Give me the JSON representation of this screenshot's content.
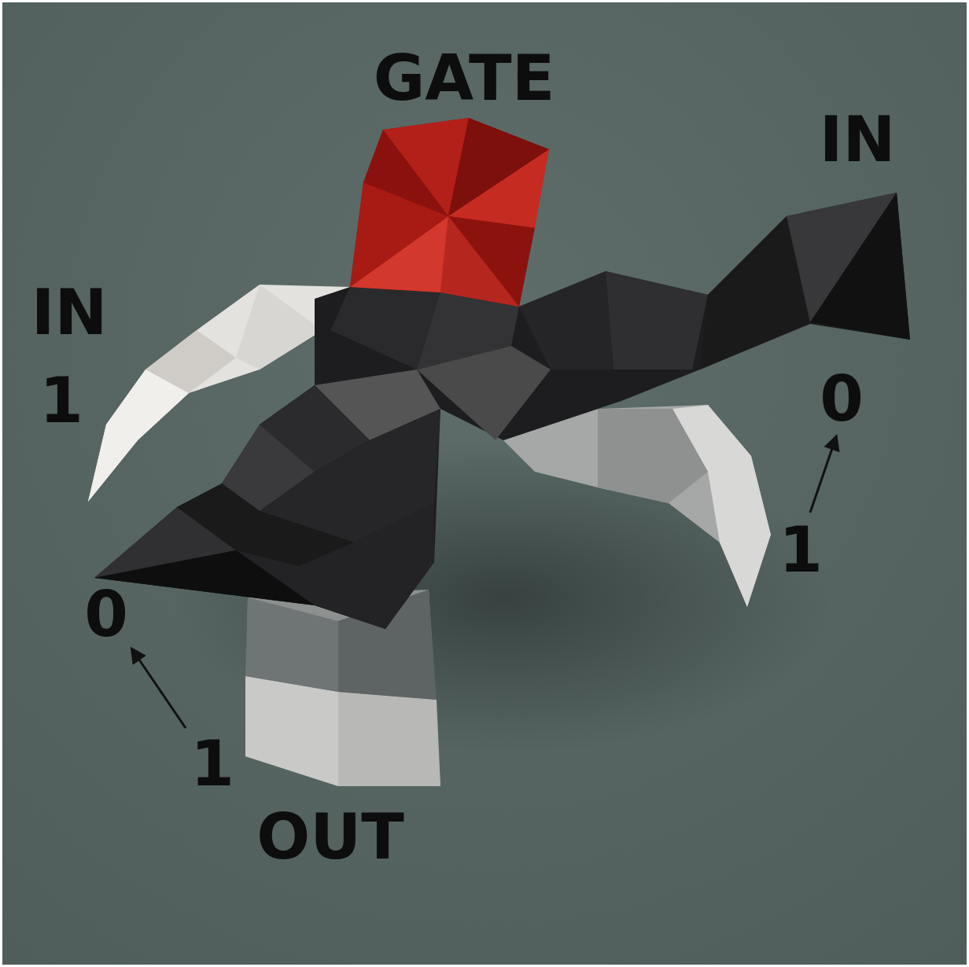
{
  "diagram": {
    "labels": [
      "GATE",
      "IN",
      "IN",
      "1",
      "0",
      "1",
      "0",
      "1",
      "OUT"
    ]
  }
}
